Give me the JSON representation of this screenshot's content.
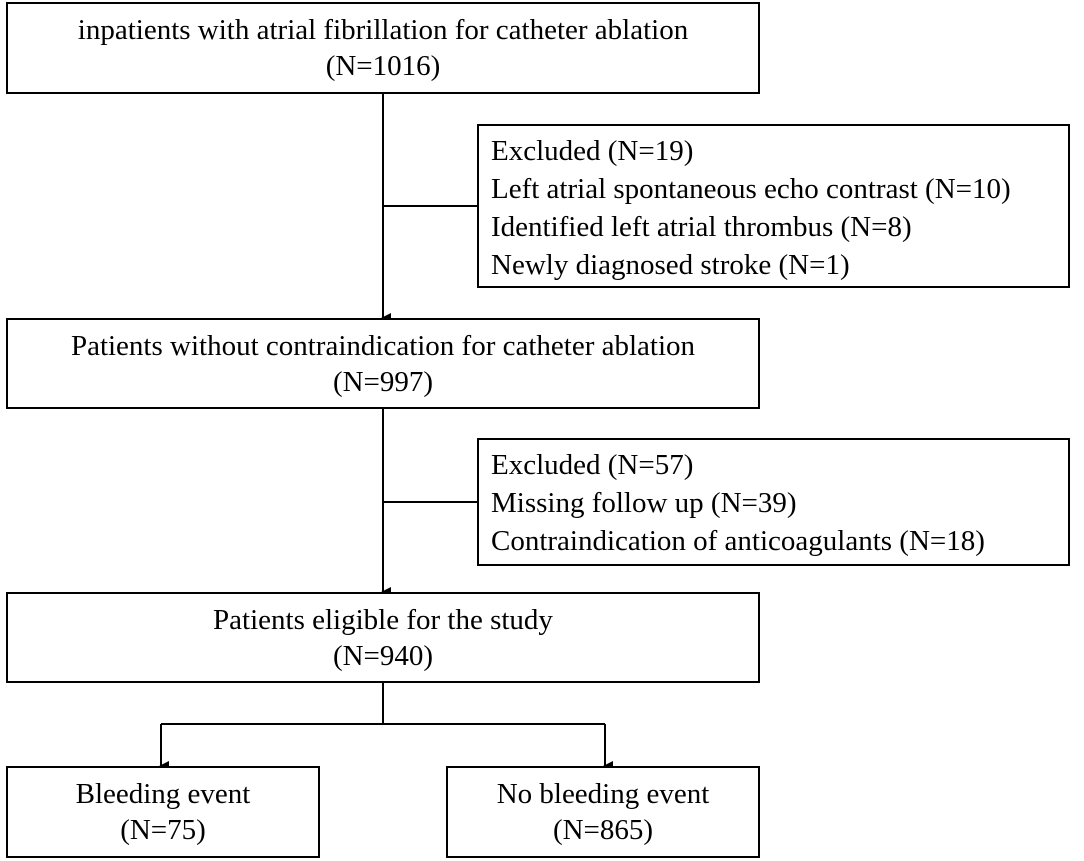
{
  "boxes": {
    "initial": {
      "text": "inpatients with atrial fibrillation for catheter ablation",
      "n": "(N=1016)"
    },
    "exclusion1": {
      "lines": [
        "Excluded (N=19)",
        "Left atrial spontaneous echo contrast (N=10)",
        "Identified left atrial thrombus (N=8)",
        "Newly diagnosed stroke (N=1)"
      ]
    },
    "no_contraindication": {
      "text": "Patients without contraindication for catheter ablation",
      "n": "(N=997)"
    },
    "exclusion2": {
      "lines": [
        "Excluded (N=57)",
        "Missing follow up (N=39)",
        "Contraindication of anticoagulants (N=18)"
      ]
    },
    "eligible": {
      "text": "Patients eligible for the study",
      "n": "(N=940)"
    },
    "bleeding": {
      "text": "Bleeding event",
      "n": "(N=75)"
    },
    "no_bleeding": {
      "text": "No bleeding event",
      "n": "(N=865)"
    }
  }
}
